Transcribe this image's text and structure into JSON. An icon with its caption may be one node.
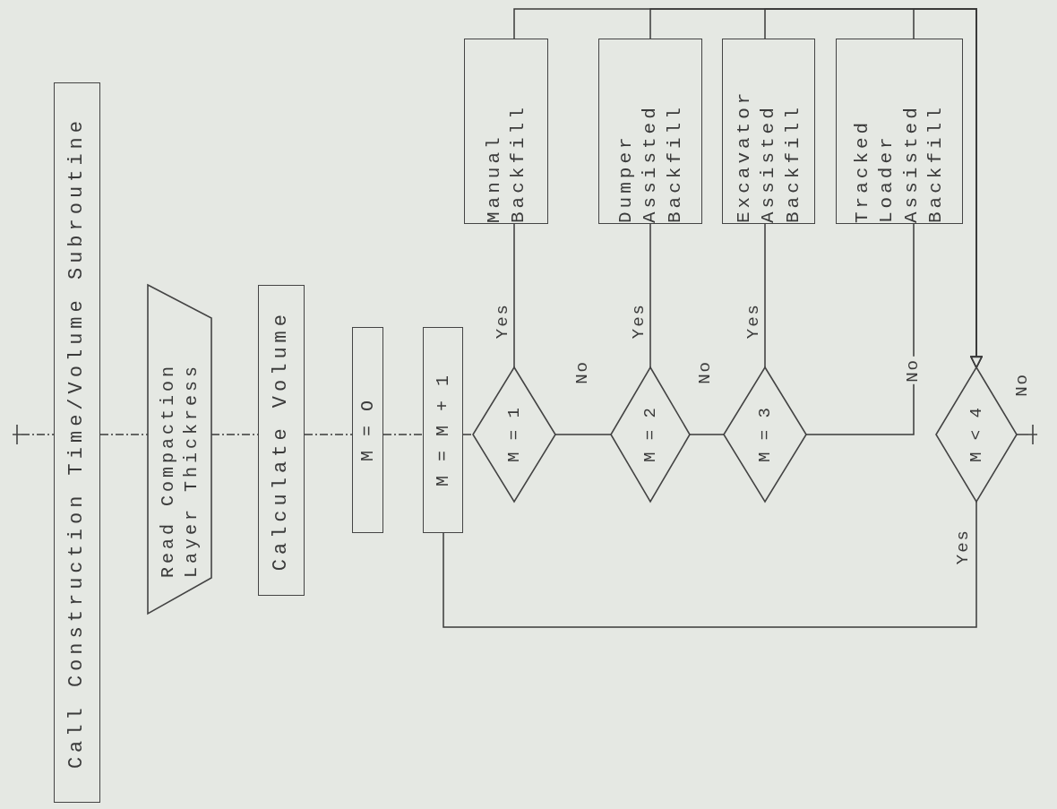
{
  "diagram": {
    "nodes": [
      {
        "text": [],
        "shape": "bar"
      },
      {
        "text": [
          "Call Construction Time/Volume Subroutine"
        ]
      },
      {
        "text": [
          "Read Compaction Layer Thickress"
        ]
      },
      {
        "text": [
          "Calculate Volume"
        ]
      },
      {
        "text": [
          "M = O"
        ]
      },
      {
        "text": [
          "M = M + 1"
        ]
      },
      {
        "text": [
          "M = 1"
        ]
      },
      {
        "text": [
          "Manual Backfill"
        ]
      },
      {
        "text": [
          "M = 2"
        ]
      },
      {
        "text": [
          "Dumper Assisted Backfill"
        ]
      },
      {
        "text": [
          "M = 3"
        ]
      },
      {
        "text": [
          "Excavator Assisted Backfill"
        ]
      },
      {
        "text": [
          "Tracked Loader Assisted Backfill"
        ]
      },
      {
        "text": [
          "M < 4"
        ]
      },
      {
        "text": [],
        "shape": "bar"
      }
    ],
    "edges": [
      {
        "from": 0,
        "to": 1,
        "arrow": "none",
        "style": "dashed"
      },
      {
        "from": 1,
        "to": 2,
        "arrow": "none",
        "style": "dashed"
      },
      {
        "from": 2,
        "to": 3,
        "arrow": "none",
        "style": "dashed"
      },
      {
        "from": 3,
        "to": 4,
        "arrow": "none",
        "style": "dashed"
      },
      {
        "from": 4,
        "to": 5,
        "arrow": "none",
        "style": "dashed"
      },
      {
        "from": 5,
        "to": 6,
        "arrow": "none",
        "style": "dashed"
      },
      {
        "from": 6,
        "to": 7,
        "arrow": "none",
        "label": "Yes"
      },
      {
        "from": 6,
        "to": 8,
        "arrow": "none",
        "label": "No"
      },
      {
        "from": 8,
        "to": 9,
        "arrow": "none",
        "label": "Yes"
      },
      {
        "from": 8,
        "to": 10,
        "arrow": "none",
        "label": "No"
      },
      {
        "from": 10,
        "to": 11,
        "arrow": "none",
        "label": "Yes"
      },
      {
        "from": 10,
        "to": 12,
        "arrow": "none",
        "label": "No"
      },
      {
        "from": 7,
        "to": 13,
        "arrow": "to"
      },
      {
        "from": 9,
        "to": 13,
        "arrow": "to"
      },
      {
        "from": 11,
        "to": 13,
        "arrow": "to"
      },
      {
        "from": 12,
        "to": 13,
        "arrow": "to"
      },
      {
        "from": 13,
        "to": 5,
        "arrow": "none",
        "label": "Yes"
      },
      {
        "from": 13,
        "to": 14,
        "arrow": "none",
        "label": "No"
      }
    ]
  }
}
